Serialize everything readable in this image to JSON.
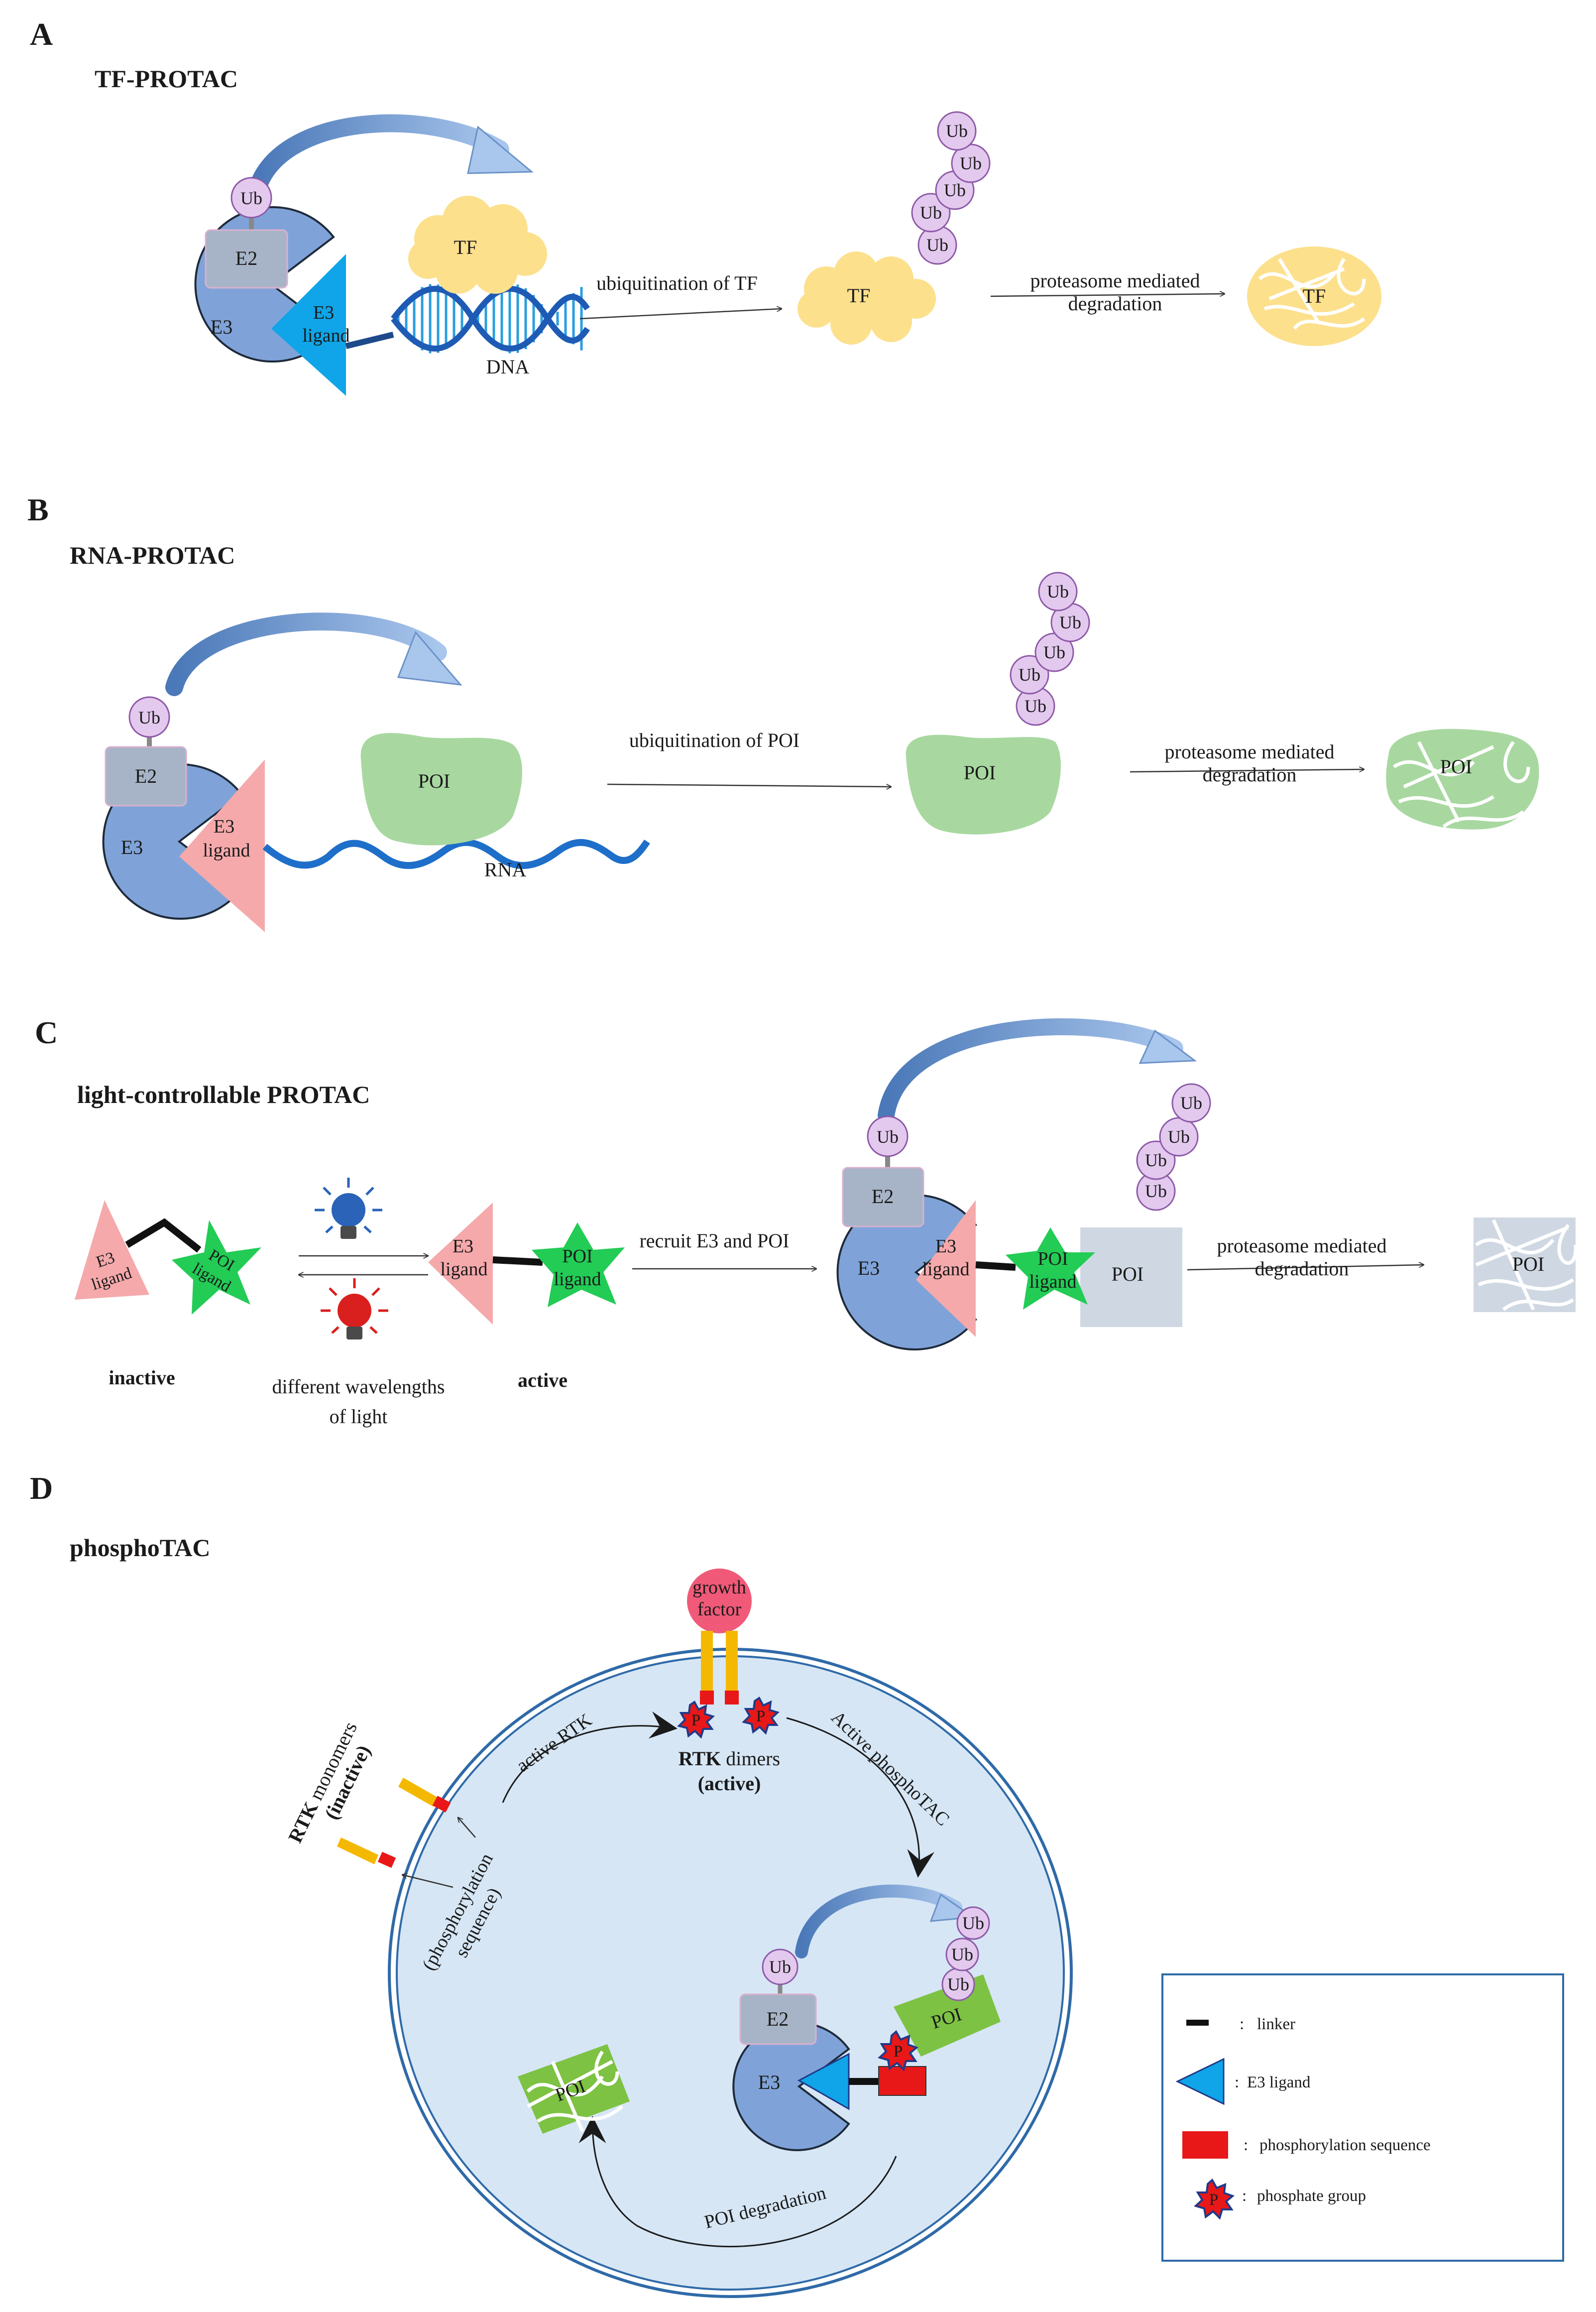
{
  "panels": {
    "a": {
      "letter": "A",
      "title": "TF-PROTAC"
    },
    "b": {
      "letter": "B",
      "title": "RNA-PROTAC"
    },
    "c": {
      "letter": "C",
      "title": "light-controllable PROTAC"
    },
    "d": {
      "letter": "D",
      "title": "phosphoTAC"
    }
  },
  "labels": {
    "ub": "Ub",
    "e2": "E2",
    "e3": "E3",
    "e3_ligand_1": "E3",
    "e3_ligand_2": "ligand",
    "poi_ligand_1": "POI",
    "poi_ligand_2": "ligand",
    "tf": "TF",
    "dna": "DNA",
    "rna": "RNA",
    "poi": "POI",
    "proteasome_1": "proteasome mediated",
    "proteasome_2": "degradation"
  },
  "panel_a": {
    "arrow1": "ubiquitination of TF"
  },
  "panel_b": {
    "arrow1": "ubiquitination of POI"
  },
  "panel_c": {
    "inactive": "inactive",
    "active": "active",
    "light_1": "different wavelengths",
    "light_2": "of light",
    "recruit": "recruit E3 and POI"
  },
  "panel_d": {
    "growth_1": "growth",
    "growth_2": "factor",
    "rtk_dimers_bold": "RTK",
    "rtk_dimers_rest": " dimers",
    "rtk_dimers_active": "(active)",
    "rtk_mono_bold": "RTK",
    "rtk_mono_rest": " monomers",
    "rtk_mono_inactive": "(inactive)",
    "phos_seq_1": "(phosphorylation",
    "phos_seq_2": "sequence)",
    "active_rtk": "active RTK",
    "active_phosphotac": "Active phosphoTAC",
    "poi_degradation": "POI degradation",
    "p": "P"
  },
  "legend": {
    "linker": "linker",
    "e3_ligand": "E3 ligand",
    "phos_sequence": "phosphorylation sequence",
    "phosphate_group": "phosphate group",
    "sep": ":"
  },
  "colors": {
    "e3": "#7FA3D8",
    "e2": "#A7B4C7",
    "ub": "#E3C9EE",
    "tf": "#FCE08C",
    "poi": "#A8D8A0",
    "e3_ligand_cyan": "#0FA5E8",
    "e3_ligand_pink": "#F5A9AB",
    "poi_ligand": "#22CC55",
    "cell": "#D6E6F5",
    "rtk": "#F5B800",
    "phos_seq": "#E81818",
    "growth_factor": "#F05A78",
    "arrow_blue": "#6B92C8"
  }
}
